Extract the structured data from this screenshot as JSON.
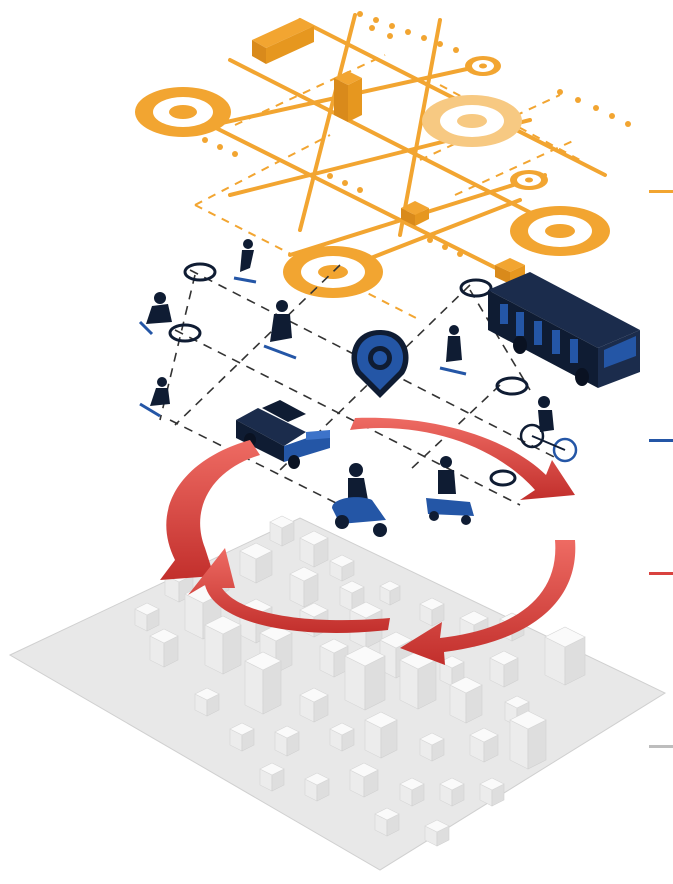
{
  "colors": {
    "infrastructure": "#f2a531",
    "infrastructure_light": "#f7c982",
    "mobility": "#2456a6",
    "mobility_dark": "#0f1c33",
    "cycle_arrow": "#d9423f",
    "city_ground": "#e8e8e8",
    "city_building": "#f4f4f4",
    "dashed_line": "#333333"
  },
  "layers": [
    {
      "name": "infrastructure-layer",
      "legend_color": "#f2a531"
    },
    {
      "name": "mobility-layer",
      "legend_color": "#2456a6"
    },
    {
      "name": "interaction-cycle-layer",
      "legend_color": "#d9423f"
    },
    {
      "name": "city-layer",
      "legend_color": "#bdbdbd"
    }
  ],
  "icons": [
    "location-pin-icon",
    "bus-icon",
    "car-icon",
    "scooter-icon",
    "bicycle-icon",
    "skateboard-icon",
    "mobility-scooter-icon"
  ]
}
